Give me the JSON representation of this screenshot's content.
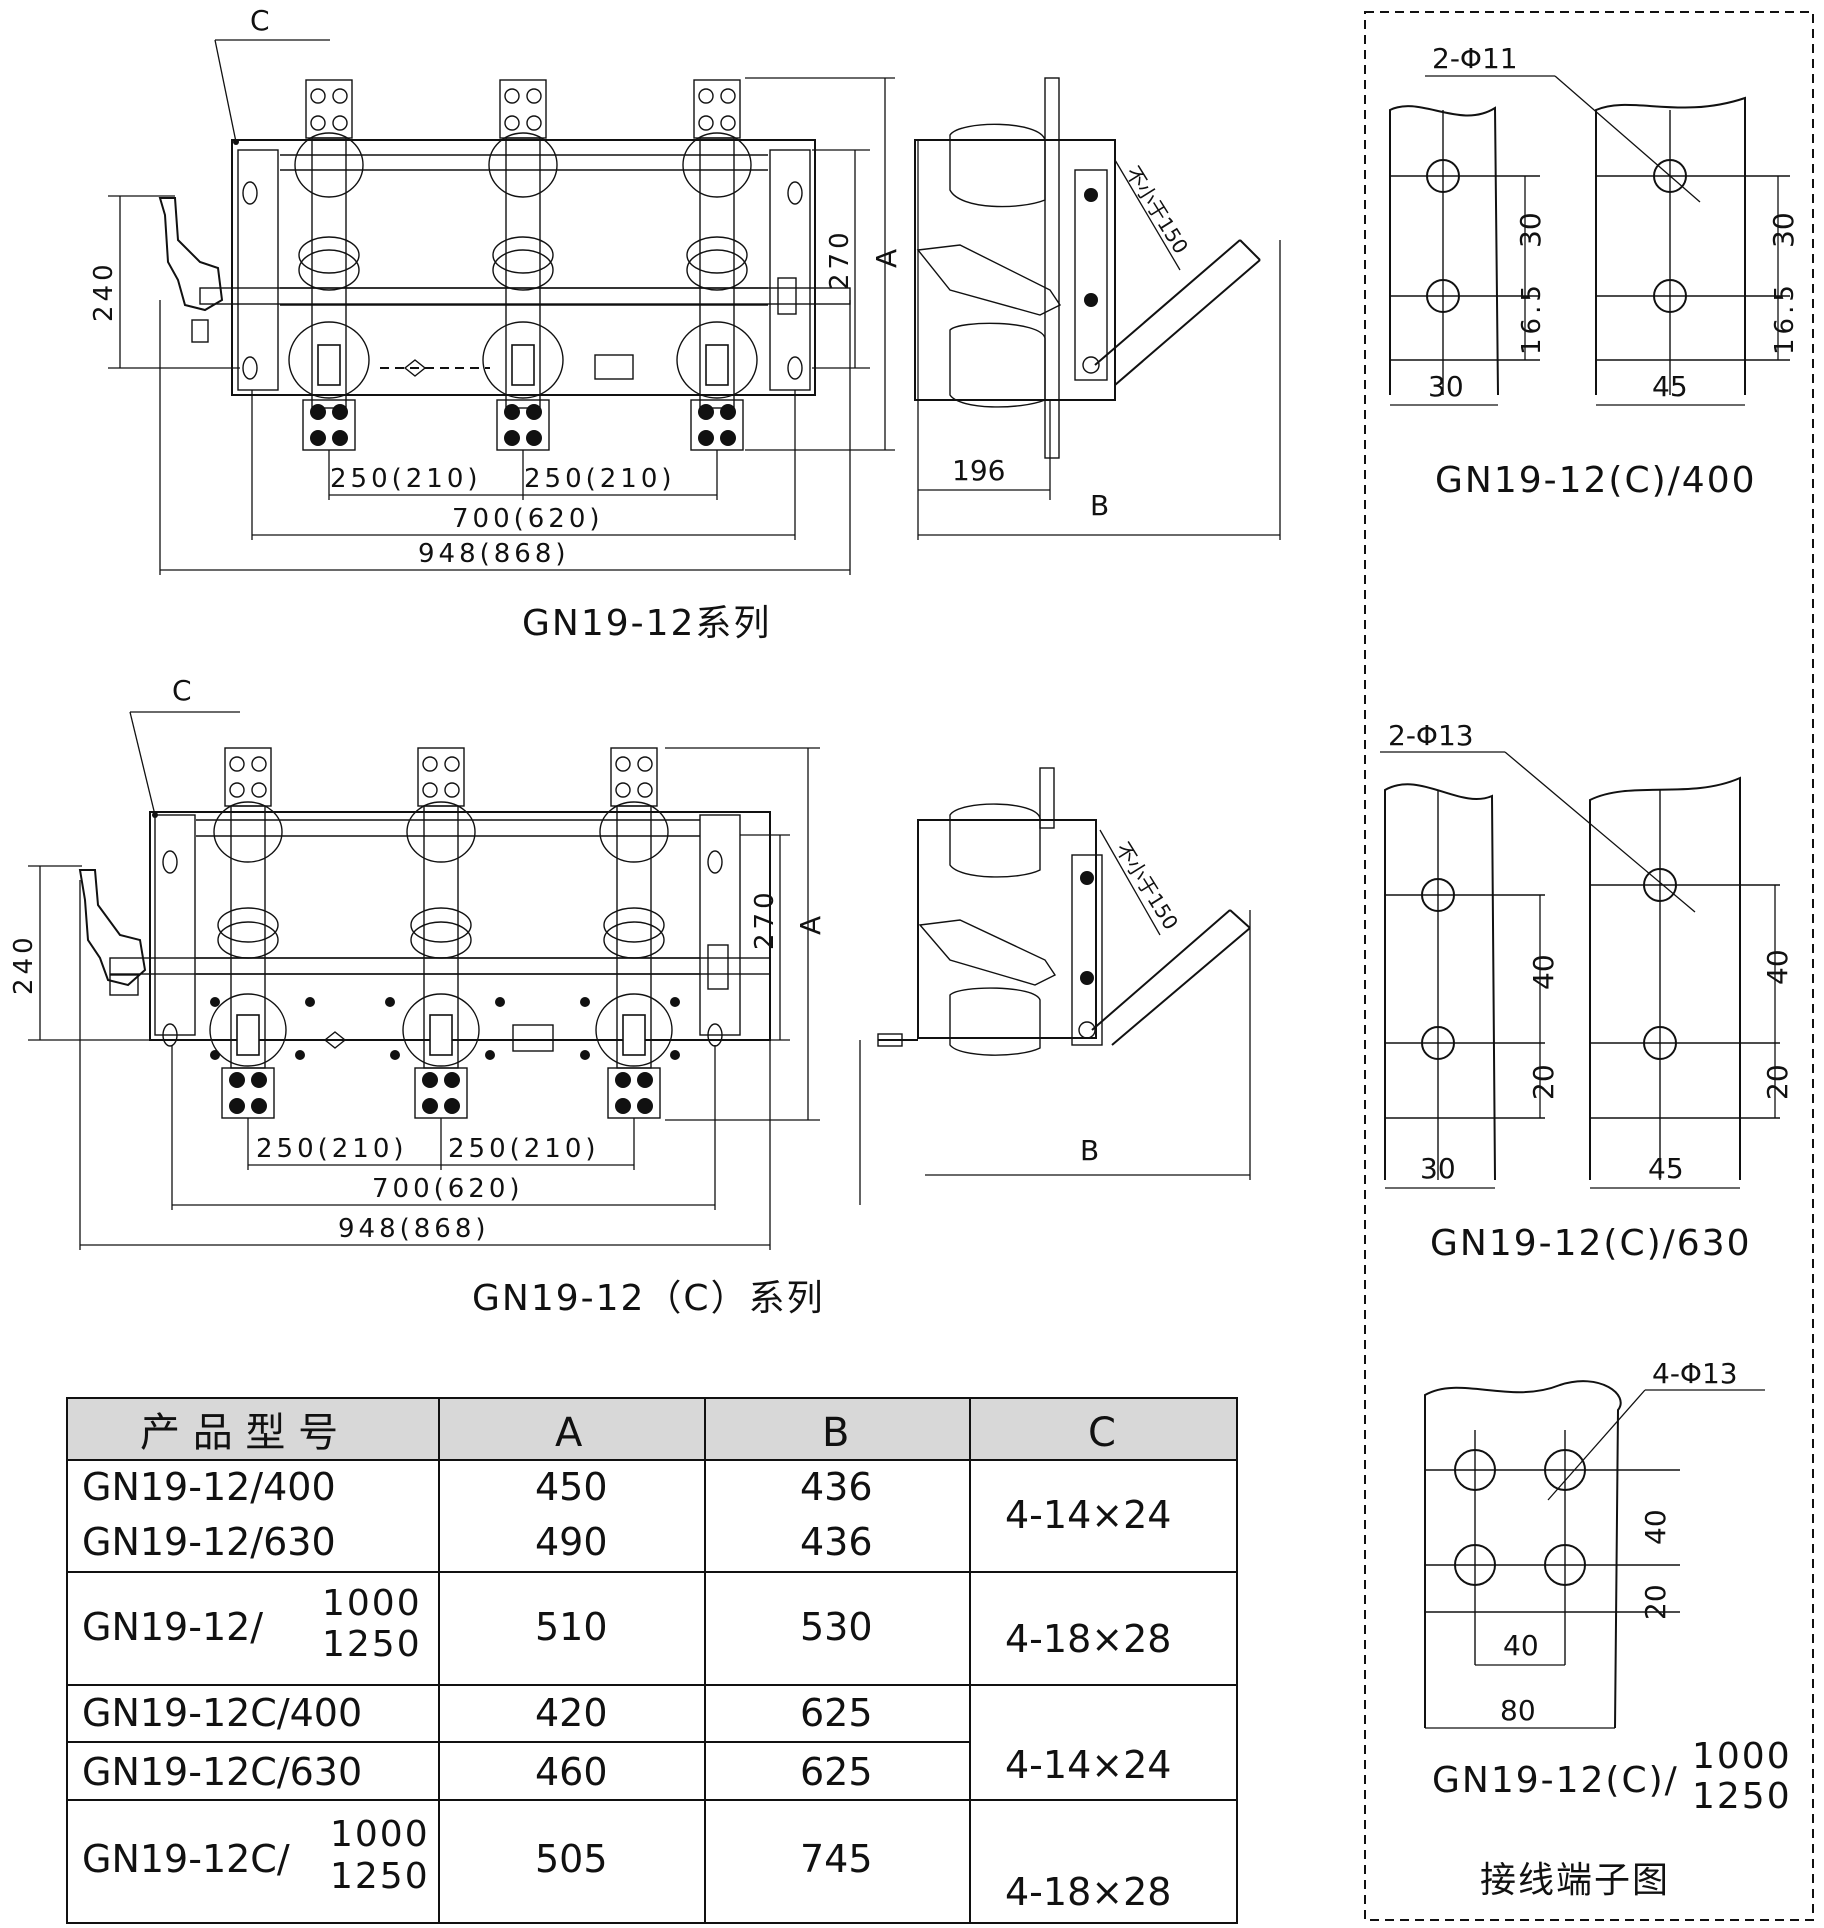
{
  "drawing1": {
    "caption": "GN19-12系列",
    "label_c": "C",
    "dim_240": "240",
    "dim_270": "270",
    "dim_a": "A",
    "dim_250a": "250(210)",
    "dim_250b": "250(210)",
    "dim_700": "700(620)",
    "dim_948": "948(868)",
    "side_196": "196",
    "side_b": "B",
    "side_note": "不小于150"
  },
  "drawing2": {
    "caption": "GN19-12（C）系列",
    "label_c": "C",
    "dim_240": "240",
    "dim_270": "270",
    "dim_a": "A",
    "dim_250a": "250(210)",
    "dim_250b": "250(210)",
    "dim_700": "700(620)",
    "dim_948": "948(868)",
    "side_b": "B",
    "side_note": "不小于150"
  },
  "table": {
    "headers": [
      "产 品 型 号",
      "A",
      "B",
      "C"
    ],
    "rows": [
      {
        "model": "GN19-12/400",
        "a": "450",
        "b": "436"
      },
      {
        "model": "GN19-12/630",
        "a": "490",
        "b": "436"
      },
      {
        "model_prefix": "GN19-12/",
        "model_num": "1000",
        "model_den": "1250",
        "a": "510",
        "b": "530"
      },
      {
        "model": "GN19-12C/400",
        "a": "420",
        "b": "625"
      },
      {
        "model": "GN19-12C/630",
        "a": "460",
        "b": "625"
      },
      {
        "model_prefix": "GN19-12C/",
        "model_num": "1000",
        "model_den": "1250",
        "a": "505",
        "b": "745"
      }
    ],
    "c_values": [
      "4-14×24",
      "4-18×28",
      "4-14×24",
      "4-18×28"
    ]
  },
  "terminals": {
    "t400": {
      "hole": "2-Φ11",
      "d30": "30",
      "d16": "16.5",
      "w30": "30",
      "w45": "45",
      "caption": "GN19-12(C)/400"
    },
    "t630": {
      "hole": "2-Φ13",
      "d40": "40",
      "d20": "20",
      "w30": "30",
      "w45": "45",
      "caption": "GN19-12(C)/630"
    },
    "t1000": {
      "hole": "4-Φ13",
      "d40": "40",
      "d20": "20",
      "w40": "40",
      "w80": "80",
      "caption_prefix": "GN19-12(C)/",
      "caption_num": "1000",
      "caption_den": "1250"
    },
    "title": "接线端子图"
  }
}
